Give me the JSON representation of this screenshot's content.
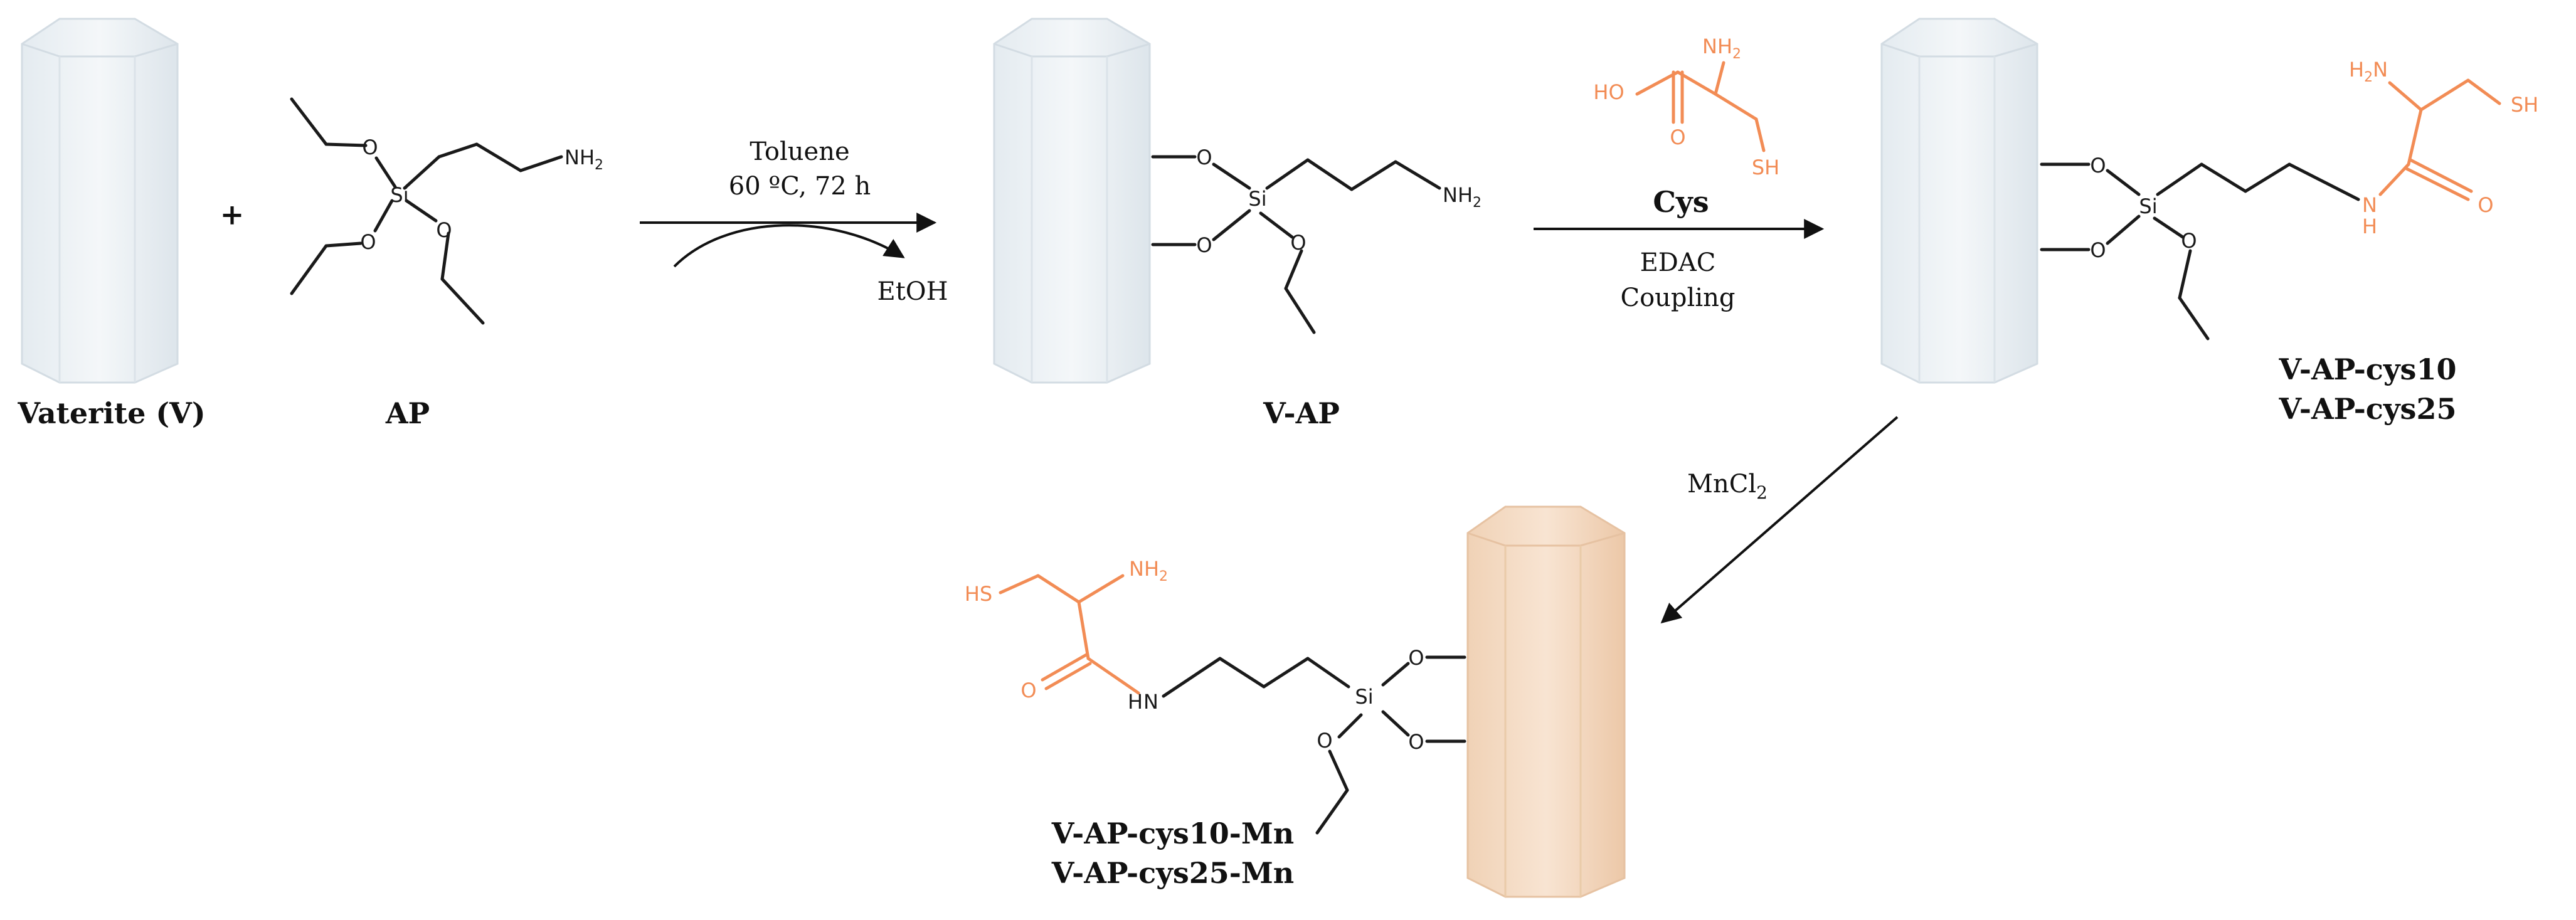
{
  "compounds": {
    "vaterite": "Vaterite (V)",
    "ap": "AP",
    "vap": "V-AP",
    "vapcys10": "V-AP-cys10",
    "vapcys25": "V-AP-cys25",
    "vapcys10mn": "V-AP-cys10-Mn",
    "vapcys25mn": "V-AP-cys25-Mn",
    "cys": "Cys"
  },
  "conditions": {
    "step1_solvent": "Toluene",
    "step1_temp": "60 ºC, 72 h",
    "step1_byproduct": "EtOH",
    "step2_reagent": "EDAC",
    "step2_method": "Coupling",
    "step3_reagent_main": "MnCl",
    "step3_reagent_sub": "2"
  },
  "atoms": {
    "O": "O",
    "Si": "Si",
    "N": "N",
    "H": "H",
    "NH2": "NH",
    "H2N": "H",
    "two": "2",
    "HO": "HO",
    "SH": "SH",
    "HS": "HS"
  },
  "colors": {
    "accent": "#f28c55",
    "crystal_plain": "#e6edf2",
    "crystal_mn": "#f3d6bd"
  }
}
